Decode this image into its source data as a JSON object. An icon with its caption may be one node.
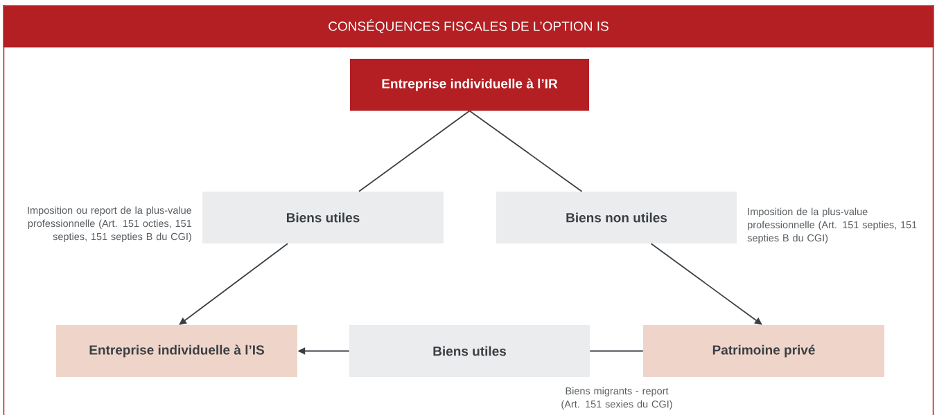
{
  "diagram": {
    "title": "CONSÉQUENCES FISCALES DE L’OPTION IS",
    "nodes": [
      {
        "text": [
          "Entreprise individuelle à l’IR"
        ]
      },
      {
        "text": [
          "Biens utiles"
        ],
        "beside": [
          "Imposition ou report de la plus-value professionnelle (Art. 151 octies, 151 septies, 151 septies B du CGI)"
        ]
      },
      {
        "text": [
          "Biens non utiles"
        ],
        "beside": [
          "Imposition de la plus-value professionnelle (Art. 151 septies, 151 septies B du CGI)"
        ]
      },
      {
        "text": [
          "Entreprise individuelle à l’IS"
        ]
      },
      {
        "text": [
          "Biens utiles"
        ]
      },
      {
        "text": [
          "Patrimoine privé"
        ]
      }
    ],
    "edges": [
      {
        "from": 0,
        "to": 1,
        "arrow": "none"
      },
      {
        "from": 0,
        "to": 2,
        "arrow": "none"
      },
      {
        "from": 1,
        "to": 3,
        "arrow": "to"
      },
      {
        "from": 2,
        "to": 5,
        "arrow": "to"
      },
      {
        "from": 5,
        "to": 4,
        "arrow": "none"
      },
      {
        "from": 4,
        "to": 3,
        "arrow": "to"
      }
    ],
    "labels": [
      "Biens migrants - report (Art. 151 sexies du CGI)"
    ]
  }
}
